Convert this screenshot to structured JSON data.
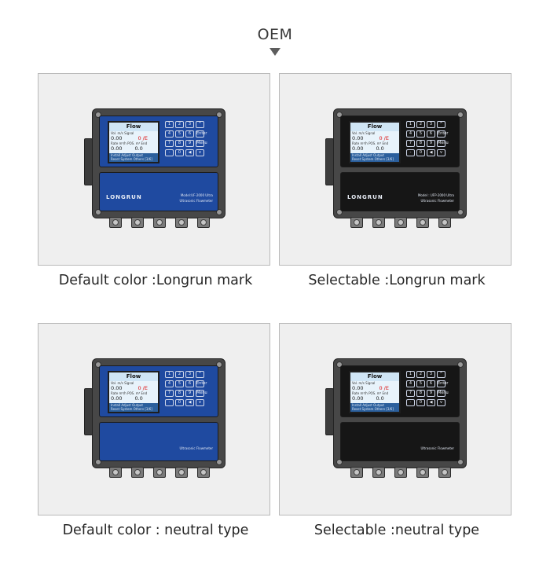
{
  "header": {
    "title": "OEM"
  },
  "colors": {
    "blue_face": "#1f4aa0",
    "black_face": "#161616",
    "housing": "#474747",
    "panel_bg": "#efefef"
  },
  "panels": [
    {
      "caption": "Default color :Longrun mark",
      "face": "blue",
      "brand": "LONGRUN",
      "model_text": "Model:UF-2000 Ultra",
      "subtitle": "Ultrasonic Flowmeter"
    },
    {
      "caption": "Selectable :Longrun mark",
      "face": "black",
      "brand": "LONGRUN",
      "model_text": "Model : UFP-2000 Ultra",
      "subtitle": "Ultrasonic Flowmeter"
    },
    {
      "caption": "Default color : neutral type",
      "face": "blue",
      "brand": "",
      "model_text": "",
      "subtitle": "Ultrasonic Flowmeter"
    },
    {
      "caption": "Selectable :neutral type",
      "face": "black",
      "brand": "",
      "model_text": "",
      "subtitle": "Ultrasonic Flowmeter"
    }
  ],
  "lcd": {
    "title": "Flow",
    "row1_labels": "Vol.  m/s   Signal",
    "row1_value": "0.00",
    "row1_status": "0 /E",
    "row2_labels": "Rate  m³/h   POS.  m³  End",
    "row2_value_left": "0.00",
    "row2_value_right": "0.0",
    "menu_line1": "Install  Adjust  Output",
    "menu_line2": "Reset  System  Others  [3/6]"
  },
  "keypad": [
    "1",
    "2",
    "3",
    "^",
    "4",
    "5",
    "6",
    "Enter",
    "7",
    "8",
    "9",
    "Menu",
    "-",
    "0",
    "◀",
    "v"
  ]
}
